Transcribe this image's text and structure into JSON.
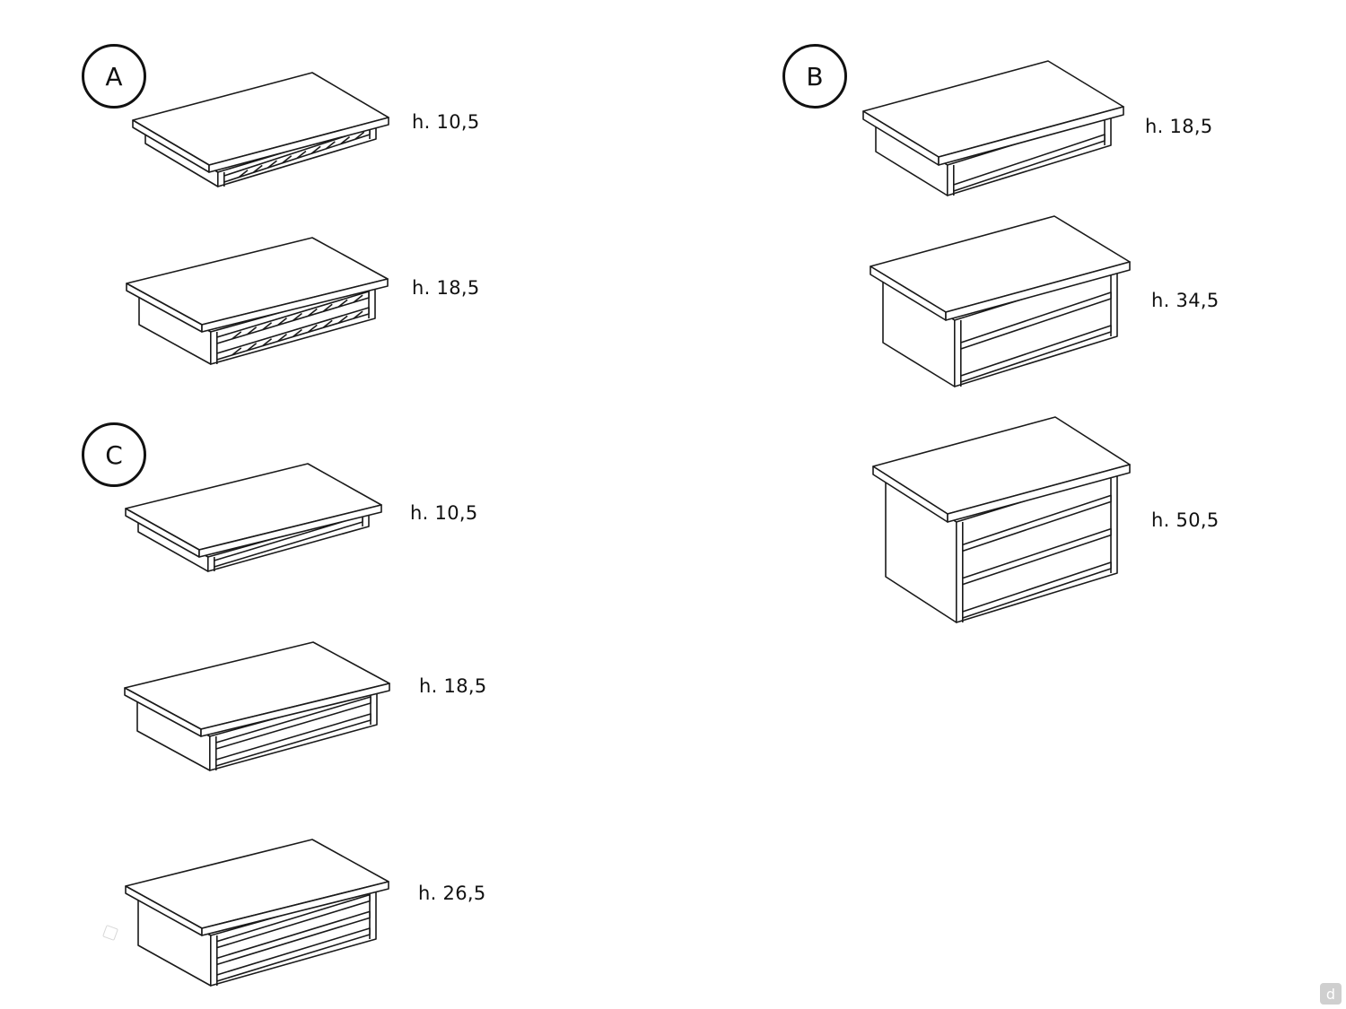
{
  "group_labels": {
    "a": "A",
    "b": "B",
    "c": "C"
  },
  "heights": {
    "a1": "h. 10,5",
    "a2": "h. 18,5",
    "b1": "h. 18,5",
    "b2": "h. 34,5",
    "b3": "h. 50,5",
    "c1": "h. 10,5",
    "c2": "h. 18,5",
    "c3": "h. 26,5"
  },
  "watermark": "d",
  "colors": {
    "line": "#1a1a1a",
    "background": "#ffffff"
  }
}
